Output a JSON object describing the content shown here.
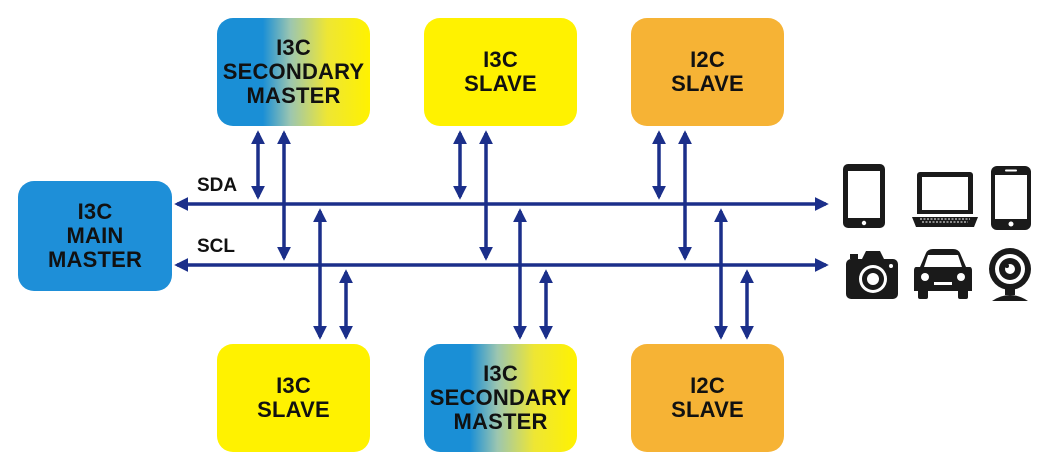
{
  "main_master": {
    "lines": [
      "I3C",
      "MAIN",
      "MASTER"
    ]
  },
  "top_row": [
    {
      "lines": [
        "I3C",
        "SECONDARY",
        "MASTER"
      ]
    },
    {
      "lines": [
        "I3C",
        "SLAVE"
      ]
    },
    {
      "lines": [
        "I2C",
        "SLAVE"
      ]
    }
  ],
  "bottom_row": [
    {
      "lines": [
        "I3C",
        "SLAVE"
      ]
    },
    {
      "lines": [
        "I3C",
        "SECONDARY",
        "MASTER"
      ]
    },
    {
      "lines": [
        "I2C",
        "SLAVE"
      ]
    }
  ],
  "buses": {
    "sda": "SDA",
    "scl": "SCL"
  },
  "colors": {
    "bus": "#1b2f8a",
    "i3c_slave": "#fff200",
    "i2c_slave": "#f6b335",
    "main_master": "#1e8fd8",
    "icon": "#1a1a1a"
  },
  "devices": [
    "tablet-icon",
    "laptop-icon",
    "smartphone-icon",
    "camera-icon",
    "car-icon",
    "webcam-icon"
  ]
}
